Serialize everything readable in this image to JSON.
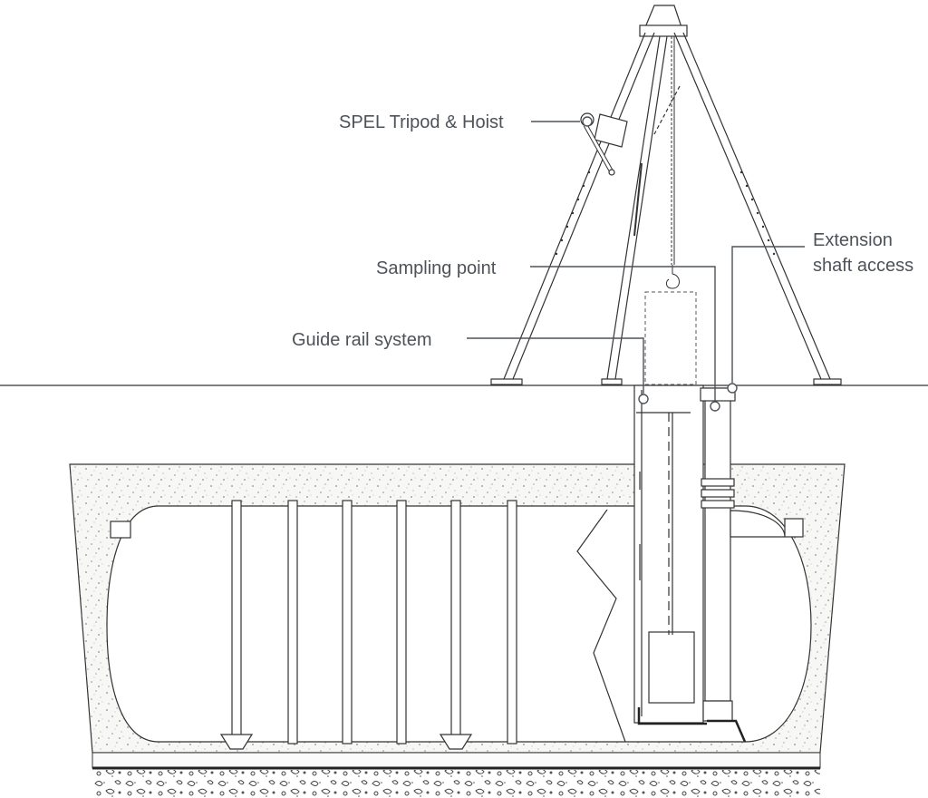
{
  "labels": {
    "tripod": "SPEL Tripod & Hoist",
    "sampling": "Sampling point",
    "guide_rail": "Guide rail system",
    "extension_line1": "Extension",
    "extension_line2": "shaft access"
  },
  "colors": {
    "line": "#333333",
    "leader": "#4d5359",
    "label_text": "#4d5359",
    "concrete_fill": "#f7f7f5",
    "concrete_speckle": "#9a9a9a",
    "background": "#ffffff"
  }
}
